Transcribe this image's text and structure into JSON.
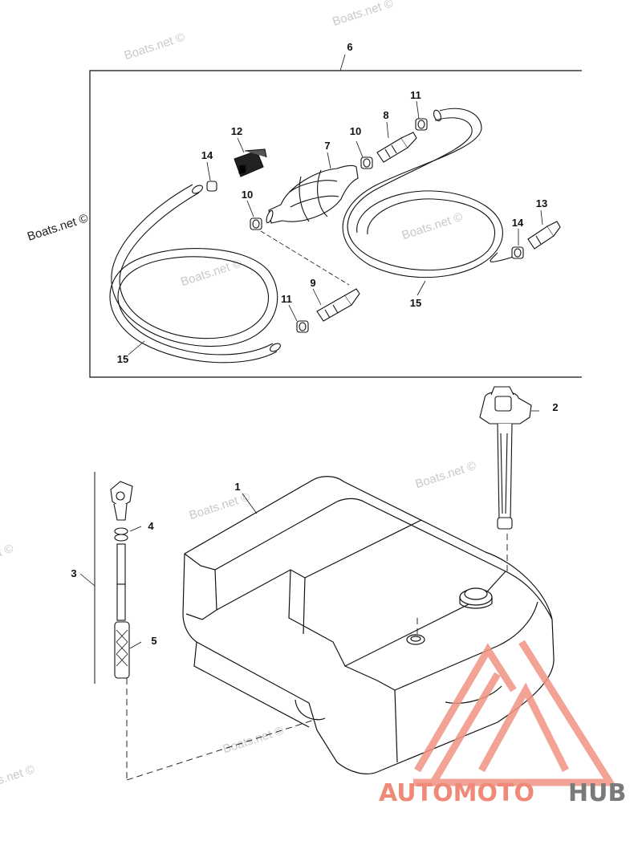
{
  "watermarks": {
    "text": "Boats.net ©",
    "left_label": "Boats.net ©"
  },
  "logo": {
    "part1": "AUTOMOTO",
    "part2": "HUB",
    "color_red": "#f0a090",
    "color_gray": "#7a7a7a"
  },
  "callouts": {
    "c1": "1",
    "c2": "2",
    "c3": "3",
    "c4": "4",
    "c5": "5",
    "c6": "6",
    "c7": "7",
    "c8": "8",
    "c9": "9",
    "c10a": "10",
    "c10b": "10",
    "c11a": "11",
    "c11b": "11",
    "c12": "12",
    "c13": "13",
    "c14a": "14",
    "c14b": "14",
    "c15a": "15",
    "c15b": "15"
  }
}
